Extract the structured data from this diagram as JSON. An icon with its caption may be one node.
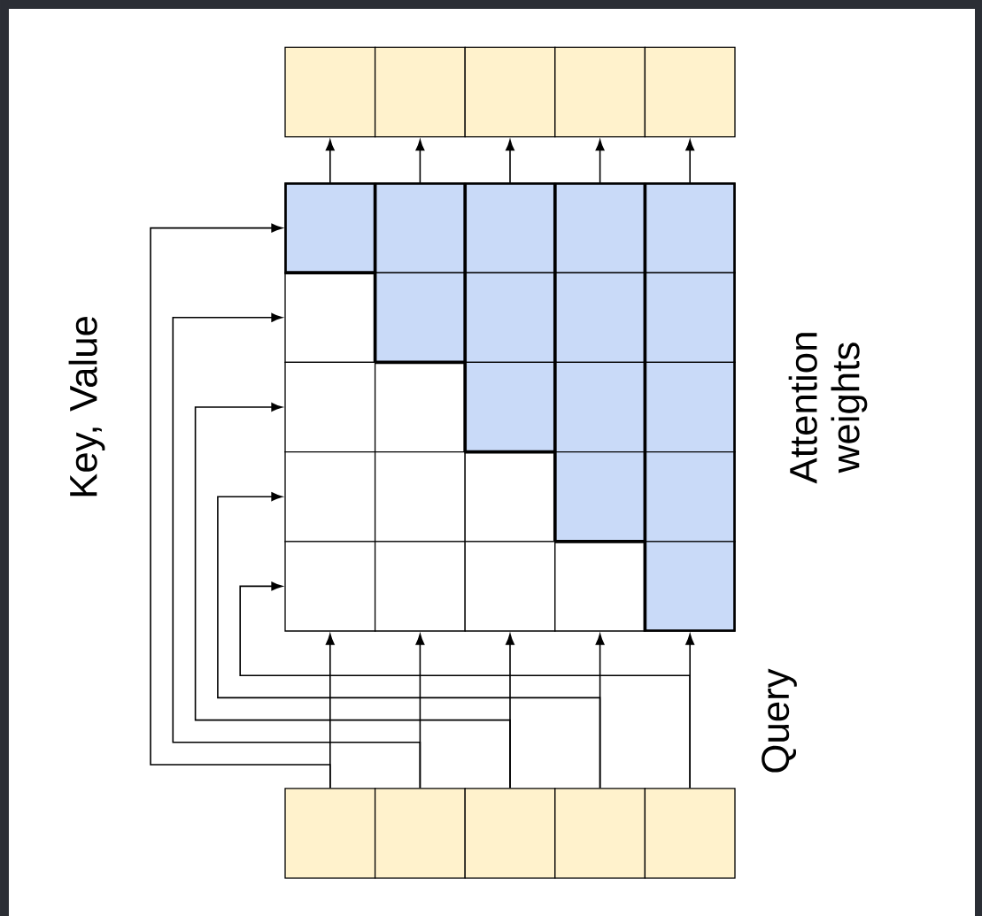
{
  "diagram": {
    "nodes": [
      {
        "text": [],
        "shape": "box"
      },
      {
        "text": [],
        "shape": "box"
      },
      {
        "text": [],
        "shape": "box"
      },
      {
        "text": [],
        "shape": "box"
      },
      {
        "text": [],
        "shape": "box"
      },
      {
        "text": [],
        "shape": "box"
      },
      {
        "text": [],
        "shape": "box"
      },
      {
        "text": [],
        "shape": "box"
      },
      {
        "text": [],
        "shape": "box"
      },
      {
        "text": [],
        "shape": "box"
      },
      {
        "text": [],
        "shape": "box"
      },
      {
        "text": [],
        "shape": "box"
      },
      {
        "text": [],
        "shape": "box"
      },
      {
        "text": [],
        "shape": "box"
      },
      {
        "text": [],
        "shape": "box"
      },
      {
        "text": [],
        "shape": "box"
      },
      {
        "text": [],
        "shape": "box"
      },
      {
        "text": [],
        "shape": "box"
      },
      {
        "text": [],
        "shape": "box"
      },
      {
        "text": [],
        "shape": "box"
      },
      {
        "text": [],
        "shape": "box"
      },
      {
        "text": [],
        "shape": "box"
      },
      {
        "text": [],
        "shape": "box"
      },
      {
        "text": [],
        "shape": "box"
      },
      {
        "text": [],
        "shape": "box"
      },
      {
        "text": [],
        "shape": "box"
      },
      {
        "text": [],
        "shape": "box"
      },
      {
        "text": [],
        "shape": "box"
      },
      {
        "text": [],
        "shape": "box"
      },
      {
        "text": [],
        "shape": "box"
      },
      {
        "text": [],
        "shape": "box"
      },
      {
        "text": [],
        "shape": "box"
      },
      {
        "text": [],
        "shape": "box"
      },
      {
        "text": [],
        "shape": "box"
      },
      {
        "text": [],
        "shape": "box"
      }
    ],
    "edges": [
      {
        "from": 5,
        "to": 0,
        "arrow": "to"
      },
      {
        "from": 6,
        "to": 1,
        "arrow": "to"
      },
      {
        "from": 7,
        "to": 2,
        "arrow": "to"
      },
      {
        "from": 8,
        "to": 3,
        "arrow": "to"
      },
      {
        "from": 9,
        "to": 4,
        "arrow": "to"
      },
      {
        "from": 30,
        "to": 25,
        "arrow": "to"
      },
      {
        "from": 31,
        "to": 26,
        "arrow": "to"
      },
      {
        "from": 32,
        "to": 27,
        "arrow": "to"
      },
      {
        "from": 33,
        "to": 28,
        "arrow": "to"
      },
      {
        "from": 34,
        "to": 29,
        "arrow": "to"
      },
      {
        "from": 30,
        "to": 5,
        "arrow": "to"
      },
      {
        "from": 31,
        "to": 10,
        "arrow": "to"
      },
      {
        "from": 32,
        "to": 15,
        "arrow": "to"
      },
      {
        "from": 33,
        "to": 20,
        "arrow": "to"
      },
      {
        "from": 34,
        "to": 25,
        "arrow": "to"
      }
    ],
    "labels": [
      "Key, Value",
      "Attention weights",
      "Query"
    ]
  }
}
